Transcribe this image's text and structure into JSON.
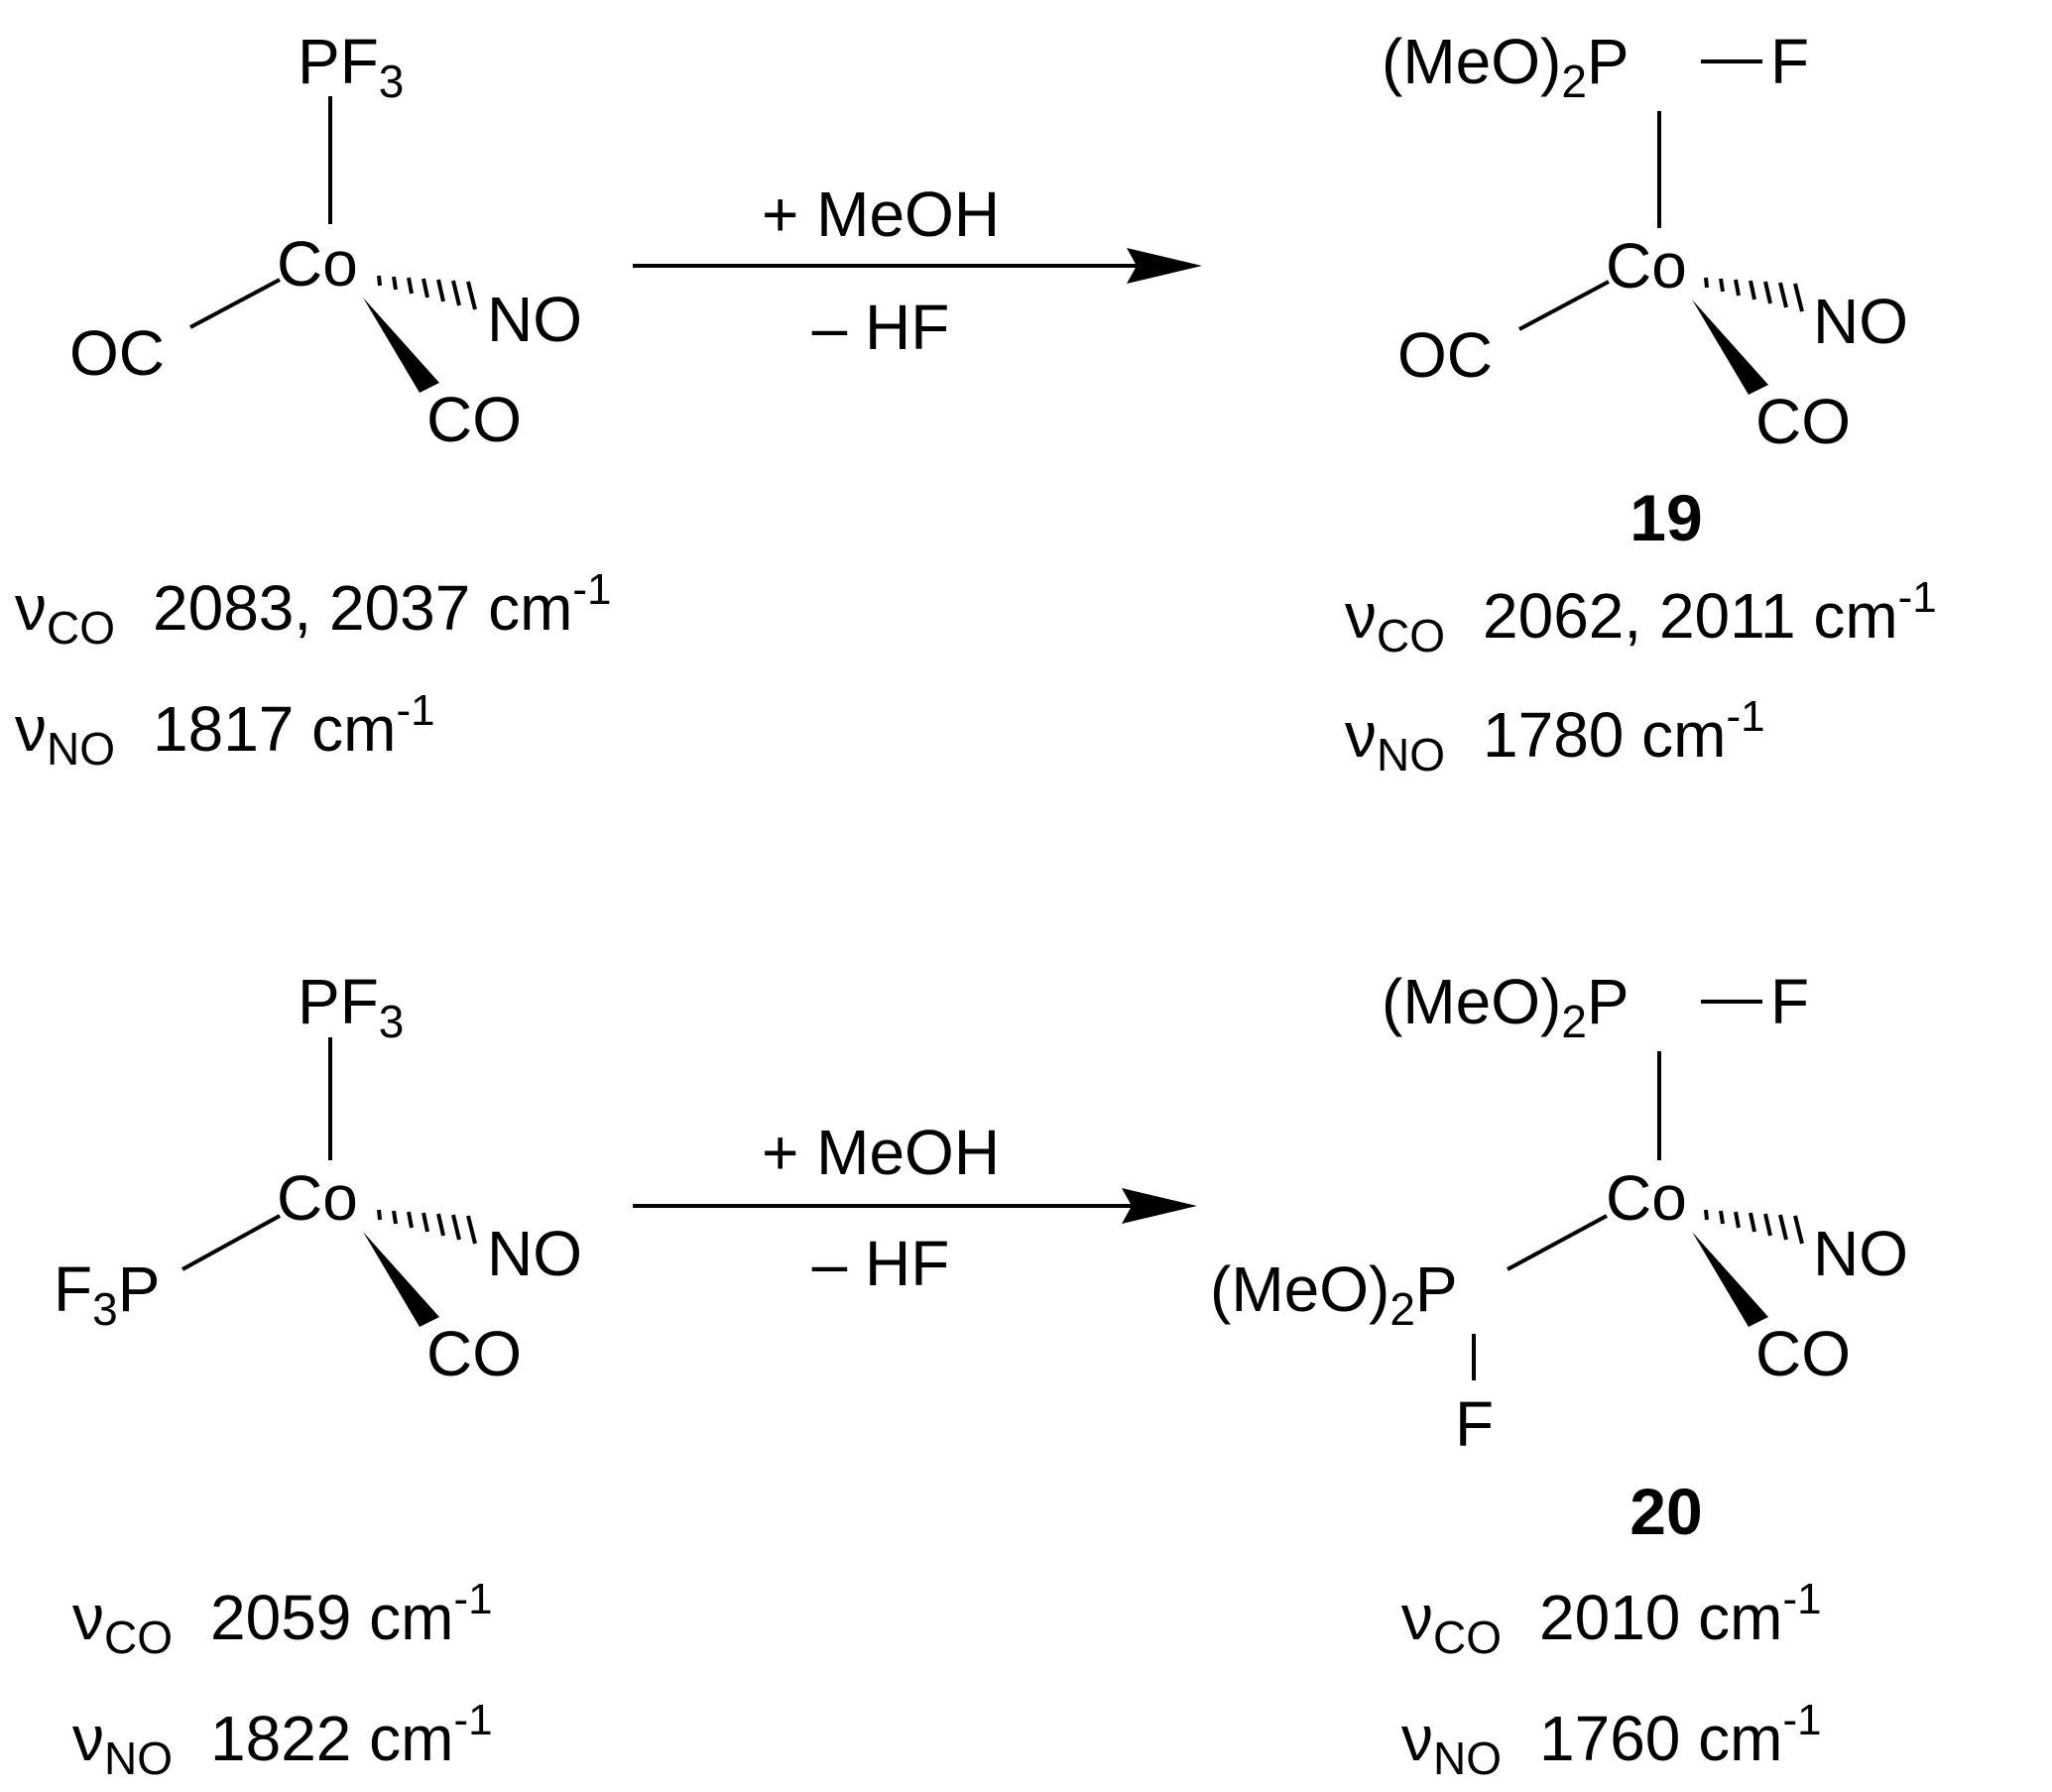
{
  "reaction_1": {
    "reactant": {
      "axial_ligand": {
        "main": "PF",
        "sub": "3"
      },
      "metal": "Co",
      "left_ligand": "OC",
      "hashed_ligand": "NO",
      "wedge_ligand": "CO",
      "ir_co": {
        "nu": "ν",
        "sub": "CO",
        "value": "2083, 2037 cm",
        "sup": "-1"
      },
      "ir_no": {
        "nu": "ν",
        "sub": "NO",
        "value": "1817 cm",
        "sup": "-1"
      }
    },
    "arrow": {
      "above": "+ MeOH",
      "below": "– HF"
    },
    "product": {
      "axial_ligand": {
        "pre": "(MeO)",
        "sub": "2",
        "post": "P",
        "bonded_atom": "F"
      },
      "metal": "Co",
      "left_ligand": "OC",
      "hashed_ligand": "NO",
      "wedge_ligand": "CO",
      "compound_number": "19",
      "ir_co": {
        "nu": "ν",
        "sub": "CO",
        "value": "2062, 2011 cm",
        "sup": "-1"
      },
      "ir_no": {
        "nu": "ν",
        "sub": "NO",
        "value": "1780 cm",
        "sup": "-1"
      }
    }
  },
  "reaction_2": {
    "reactant": {
      "axial_ligand": {
        "main": "PF",
        "sub": "3"
      },
      "metal": "Co",
      "left_ligand": {
        "pre": "F",
        "sub": "3",
        "post": "P"
      },
      "hashed_ligand": "NO",
      "wedge_ligand": "CO",
      "ir_co": {
        "nu": "ν",
        "sub": "CO",
        "value": "2059 cm",
        "sup": "-1"
      },
      "ir_no": {
        "nu": "ν",
        "sub": "NO",
        "value": "1822 cm",
        "sup": "-1"
      }
    },
    "arrow": {
      "above": "+ MeOH",
      "below": "– HF"
    },
    "product": {
      "axial_ligand": {
        "pre": "(MeO)",
        "sub": "2",
        "post": "P",
        "bonded_atom": "F"
      },
      "metal": "Co",
      "left_ligand": {
        "pre": "(MeO)",
        "sub": "2",
        "post": "P",
        "bonded_atom": "F"
      },
      "hashed_ligand": "NO",
      "wedge_ligand": "CO",
      "compound_number": "20",
      "ir_co": {
        "nu": "ν",
        "sub": "CO",
        "value": "2010 cm",
        "sup": "-1"
      },
      "ir_no": {
        "nu": "ν",
        "sub": "NO",
        "value": "1760 cm",
        "sup": "-1"
      }
    }
  }
}
